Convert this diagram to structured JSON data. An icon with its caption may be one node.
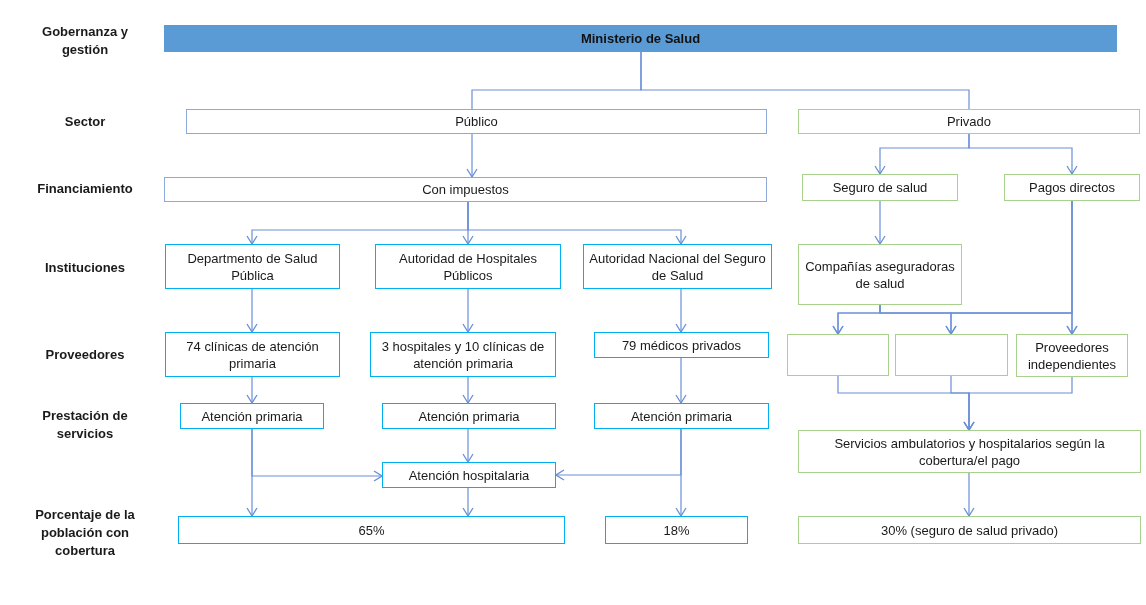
{
  "diagram": {
    "nodes": [
      {
        "text": [
          "Ministerio de Salud"
        ]
      },
      {
        "text": [
          "Público"
        ]
      },
      {
        "text": [
          "Privado"
        ]
      },
      {
        "text": [
          "Con impuestos"
        ]
      },
      {
        "text": [
          "Seguro de salud"
        ]
      },
      {
        "text": [
          "Pagos directos"
        ]
      },
      {
        "text": [
          "Departmento de Salud Pública"
        ]
      },
      {
        "text": [
          "Autoridad de Hospitales Públicos"
        ]
      },
      {
        "text": [
          "Autoridad Nacional del Seguro de Salud"
        ]
      },
      {
        "text": [
          "Compañías aseguradoras de salud"
        ]
      },
      {
        "text": [
          "74 clínicas de atención primaria"
        ]
      },
      {
        "text": [
          "3 hospitales y 10 clínicas de atención primaria"
        ]
      },
      {
        "text": [
          "79 médicos privados"
        ]
      },
      {
        "text": [],
        "shape": "box"
      },
      {
        "text": [],
        "shape": "box"
      },
      {
        "text": [
          "Proveedores independientes"
        ]
      },
      {
        "text": [
          "Atención primaria"
        ]
      },
      {
        "text": [
          "Atención primaria"
        ]
      },
      {
        "text": [
          "Atención primaria"
        ]
      },
      {
        "text": [
          "Servicios ambulatorios y hospitalarios según la cobertura/el pago"
        ]
      },
      {
        "text": [
          "Atención hospitalaria"
        ]
      },
      {
        "text": [
          "65%"
        ]
      },
      {
        "text": [
          "18%"
        ]
      },
      {
        "text": [
          "30% (seguro de salud privado)"
        ]
      }
    ],
    "edges": [
      {
        "from": 0,
        "to": 1,
        "arrow": "none"
      },
      {
        "from": 0,
        "to": 2,
        "arrow": "none"
      },
      {
        "from": 1,
        "to": 3,
        "arrow": "to"
      },
      {
        "from": 2,
        "to": 4,
        "arrow": "to"
      },
      {
        "from": 2,
        "to": 5,
        "arrow": "to"
      },
      {
        "from": 3,
        "to": 6,
        "arrow": "to"
      },
      {
        "from": 3,
        "to": 7,
        "arrow": "to"
      },
      {
        "from": 3,
        "to": 8,
        "arrow": "to"
      },
      {
        "from": 4,
        "to": 9,
        "arrow": "to"
      },
      {
        "from": 9,
        "to": 13,
        "arrow": "to"
      },
      {
        "from": 9,
        "to": 14,
        "arrow": "to"
      },
      {
        "from": 9,
        "to": 15,
        "arrow": "to"
      },
      {
        "from": 5,
        "to": 13,
        "arrow": "to"
      },
      {
        "from": 5,
        "to": 14,
        "arrow": "to"
      },
      {
        "from": 5,
        "to": 15,
        "arrow": "to"
      },
      {
        "from": 6,
        "to": 10,
        "arrow": "to"
      },
      {
        "from": 7,
        "to": 11,
        "arrow": "to"
      },
      {
        "from": 8,
        "to": 12,
        "arrow": "to"
      },
      {
        "from": 10,
        "to": 16,
        "arrow": "to"
      },
      {
        "from": 11,
        "to": 17,
        "arrow": "to"
      },
      {
        "from": 12,
        "to": 18,
        "arrow": "to"
      },
      {
        "from": 16,
        "to": 20,
        "arrow": "to"
      },
      {
        "from": 16,
        "to": 21,
        "arrow": "to"
      },
      {
        "from": 17,
        "to": 20,
        "arrow": "to"
      },
      {
        "from": 18,
        "to": 20,
        "arrow": "to"
      },
      {
        "from": 18,
        "to": 22,
        "arrow": "to"
      },
      {
        "from": 20,
        "to": 21,
        "arrow": "to"
      },
      {
        "from": 13,
        "to": 19,
        "arrow": "to"
      },
      {
        "from": 14,
        "to": 19,
        "arrow": "to"
      },
      {
        "from": 15,
        "to": 19,
        "arrow": "to"
      },
      {
        "from": 19,
        "to": 23,
        "arrow": "to"
      }
    ],
    "labels": [
      "Gobernanza y gestión",
      "Sector",
      "Financiamiento",
      "Instituciones",
      "Proveedores",
      "Prestación de servicios",
      "Porcentaje de la población con cobertura"
    ]
  }
}
